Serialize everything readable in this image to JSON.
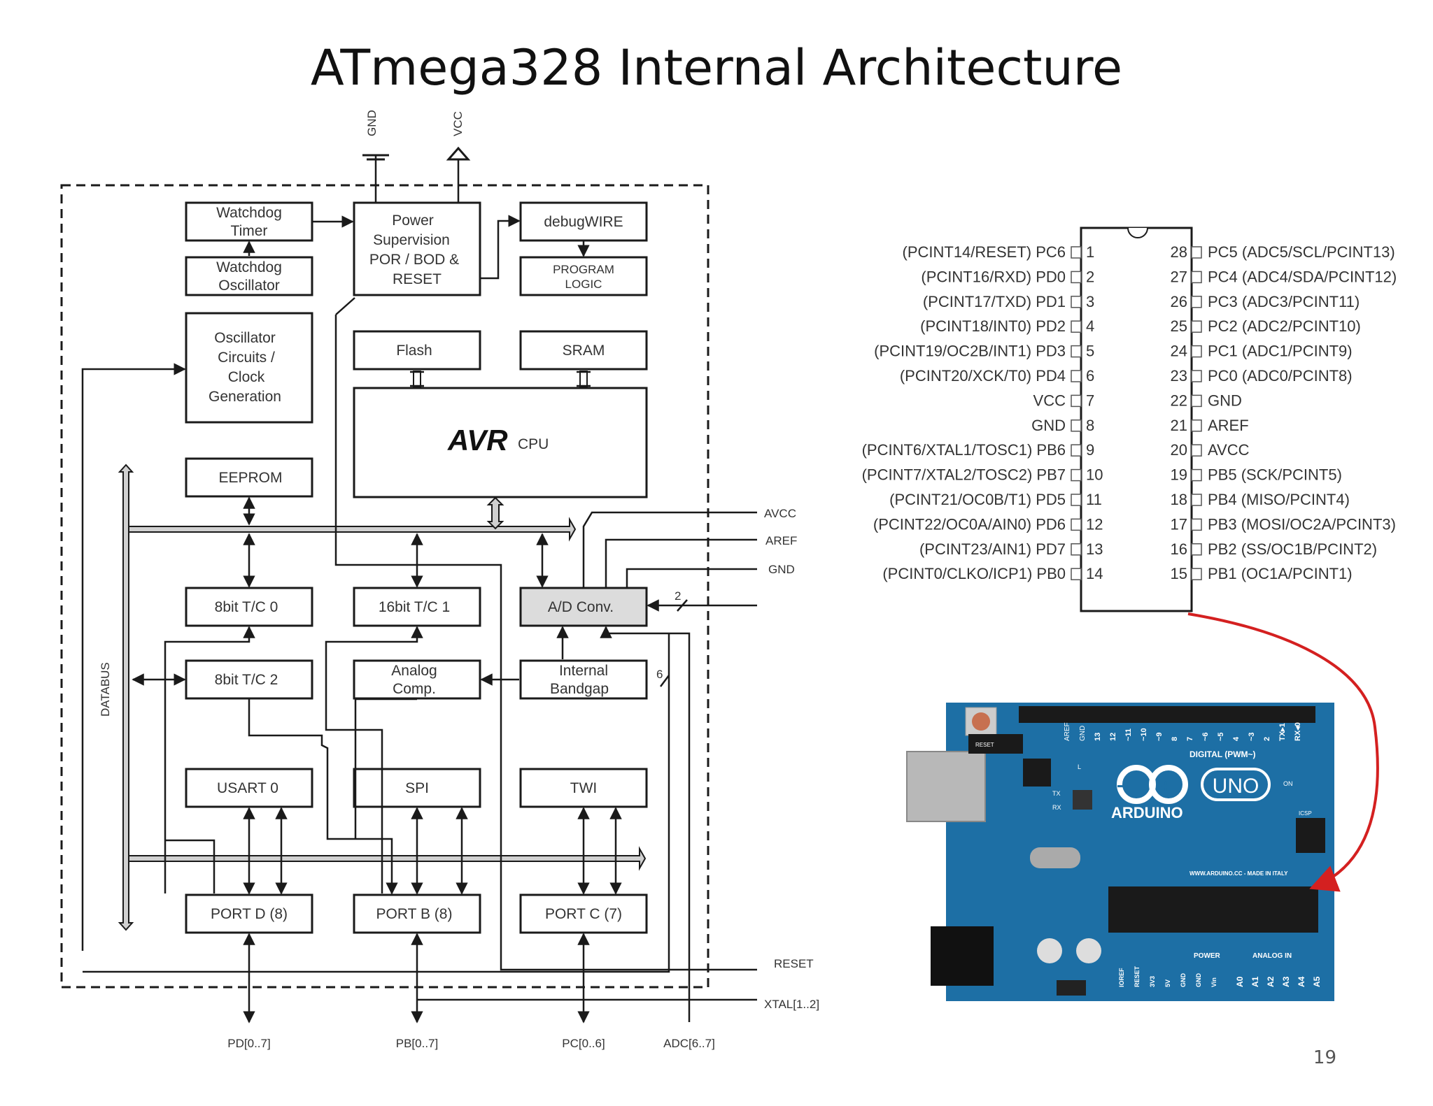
{
  "slide": {
    "title": "ATmega328 Internal Architecture",
    "page_number": "19"
  },
  "block_diagram": {
    "supply": {
      "gnd": "GND",
      "vcc": "VCC"
    },
    "blocks": {
      "watchdog_timer": [
        "Watchdog",
        "Timer"
      ],
      "watchdog_oscillator": [
        "Watchdog",
        "Oscillator"
      ],
      "oscillator": [
        "Oscillator",
        "Circuits /",
        "Clock",
        "Generation"
      ],
      "power_supervision": [
        "Power",
        "Supervision",
        "POR / BOD &",
        "RESET"
      ],
      "debugwire": "debugWIRE",
      "program_logic": [
        "PROGRAM",
        "LOGIC"
      ],
      "flash": "Flash",
      "sram": "SRAM",
      "cpu_logo": "AVR",
      "cpu_label": "CPU",
      "eeprom": "EEPROM",
      "tc0": "8bit T/C 0",
      "tc1": "16bit T/C 1",
      "adc": "A/D Conv.",
      "tc2": "8bit T/C 2",
      "analog_comp": [
        "Analog",
        "Comp."
      ],
      "bandgap": [
        "Internal",
        "Bandgap"
      ],
      "usart": "USART 0",
      "spi": "SPI",
      "twi": "TWI",
      "port_d": "PORT D (8)",
      "port_b": "PORT B (8)",
      "port_c": "PORT C (7)",
      "databus": "DATABUS"
    },
    "signals": {
      "avcc": "AVCC",
      "aref": "AREF",
      "gnd": "GND",
      "reset": "RESET",
      "xtal": "XTAL[1..2]"
    },
    "bus_widths": {
      "adc_in": "2",
      "bandgap_in": "6"
    },
    "bottom_labels": [
      "PD[0..7]",
      "PB[0..7]",
      "PC[0..6]",
      "ADC[6..7]"
    ]
  },
  "pinout": {
    "left": [
      {
        "num": "1",
        "label": "(PCINT14/RESET) PC6"
      },
      {
        "num": "2",
        "label": "(PCINT16/RXD) PD0"
      },
      {
        "num": "3",
        "label": "(PCINT17/TXD) PD1"
      },
      {
        "num": "4",
        "label": "(PCINT18/INT0) PD2"
      },
      {
        "num": "5",
        "label": "(PCINT19/OC2B/INT1) PD3"
      },
      {
        "num": "6",
        "label": "(PCINT20/XCK/T0) PD4"
      },
      {
        "num": "7",
        "label": "VCC"
      },
      {
        "num": "8",
        "label": "GND"
      },
      {
        "num": "9",
        "label": "(PCINT6/XTAL1/TOSC1) PB6"
      },
      {
        "num": "10",
        "label": "(PCINT7/XTAL2/TOSC2) PB7"
      },
      {
        "num": "11",
        "label": "(PCINT21/OC0B/T1) PD5"
      },
      {
        "num": "12",
        "label": "(PCINT22/OC0A/AIN0) PD6"
      },
      {
        "num": "13",
        "label": "(PCINT23/AIN1) PD7"
      },
      {
        "num": "14",
        "label": "(PCINT0/CLKO/ICP1) PB0"
      }
    ],
    "right": [
      {
        "num": "28",
        "label": "PC5 (ADC5/SCL/PCINT13)"
      },
      {
        "num": "27",
        "label": "PC4 (ADC4/SDA/PCINT12)"
      },
      {
        "num": "26",
        "label": "PC3 (ADC3/PCINT11)"
      },
      {
        "num": "25",
        "label": "PC2 (ADC2/PCINT10)"
      },
      {
        "num": "24",
        "label": "PC1 (ADC1/PCINT9)"
      },
      {
        "num": "23",
        "label": "PC0 (ADC0/PCINT8)"
      },
      {
        "num": "22",
        "label": "GND"
      },
      {
        "num": "21",
        "label": "AREF"
      },
      {
        "num": "20",
        "label": "AVCC"
      },
      {
        "num": "19",
        "label": "PB5 (SCK/PCINT5)"
      },
      {
        "num": "18",
        "label": "PB4 (MISO/PCINT4)"
      },
      {
        "num": "17",
        "label": "PB3 (MOSI/OC2A/PCINT3)"
      },
      {
        "num": "16",
        "label": "PB2 (SS/OC1B/PCINT2)"
      },
      {
        "num": "15",
        "label": "PB1 (OC1A/PCINT1)"
      }
    ]
  },
  "board": {
    "brand": "ARDUINO",
    "model": "UNO",
    "reset": "RESET",
    "digital": "DIGITAL (PWM~)",
    "aref": "AREF",
    "gnd": "GND",
    "digital_pins": [
      "13",
      "12",
      "~11",
      "~10",
      "~9",
      "8",
      "7",
      "~6",
      "~5",
      "4",
      "~3",
      "2",
      "TX▸1",
      "RX◂0"
    ],
    "tx": "TX",
    "rx": "RX",
    "l": "L",
    "on": "ON",
    "icsp": "ICSP",
    "website": "WWW.ARDUINO.CC - MADE IN ITALY",
    "power": "POWER",
    "analog_in": "ANALOG IN",
    "power_pins": [
      "IOREF",
      "RESET",
      "3V3",
      "5V",
      "GND",
      "GND",
      "Vin"
    ],
    "analog_pins": [
      "A0",
      "A1",
      "A2",
      "A3",
      "A4",
      "A5"
    ]
  }
}
